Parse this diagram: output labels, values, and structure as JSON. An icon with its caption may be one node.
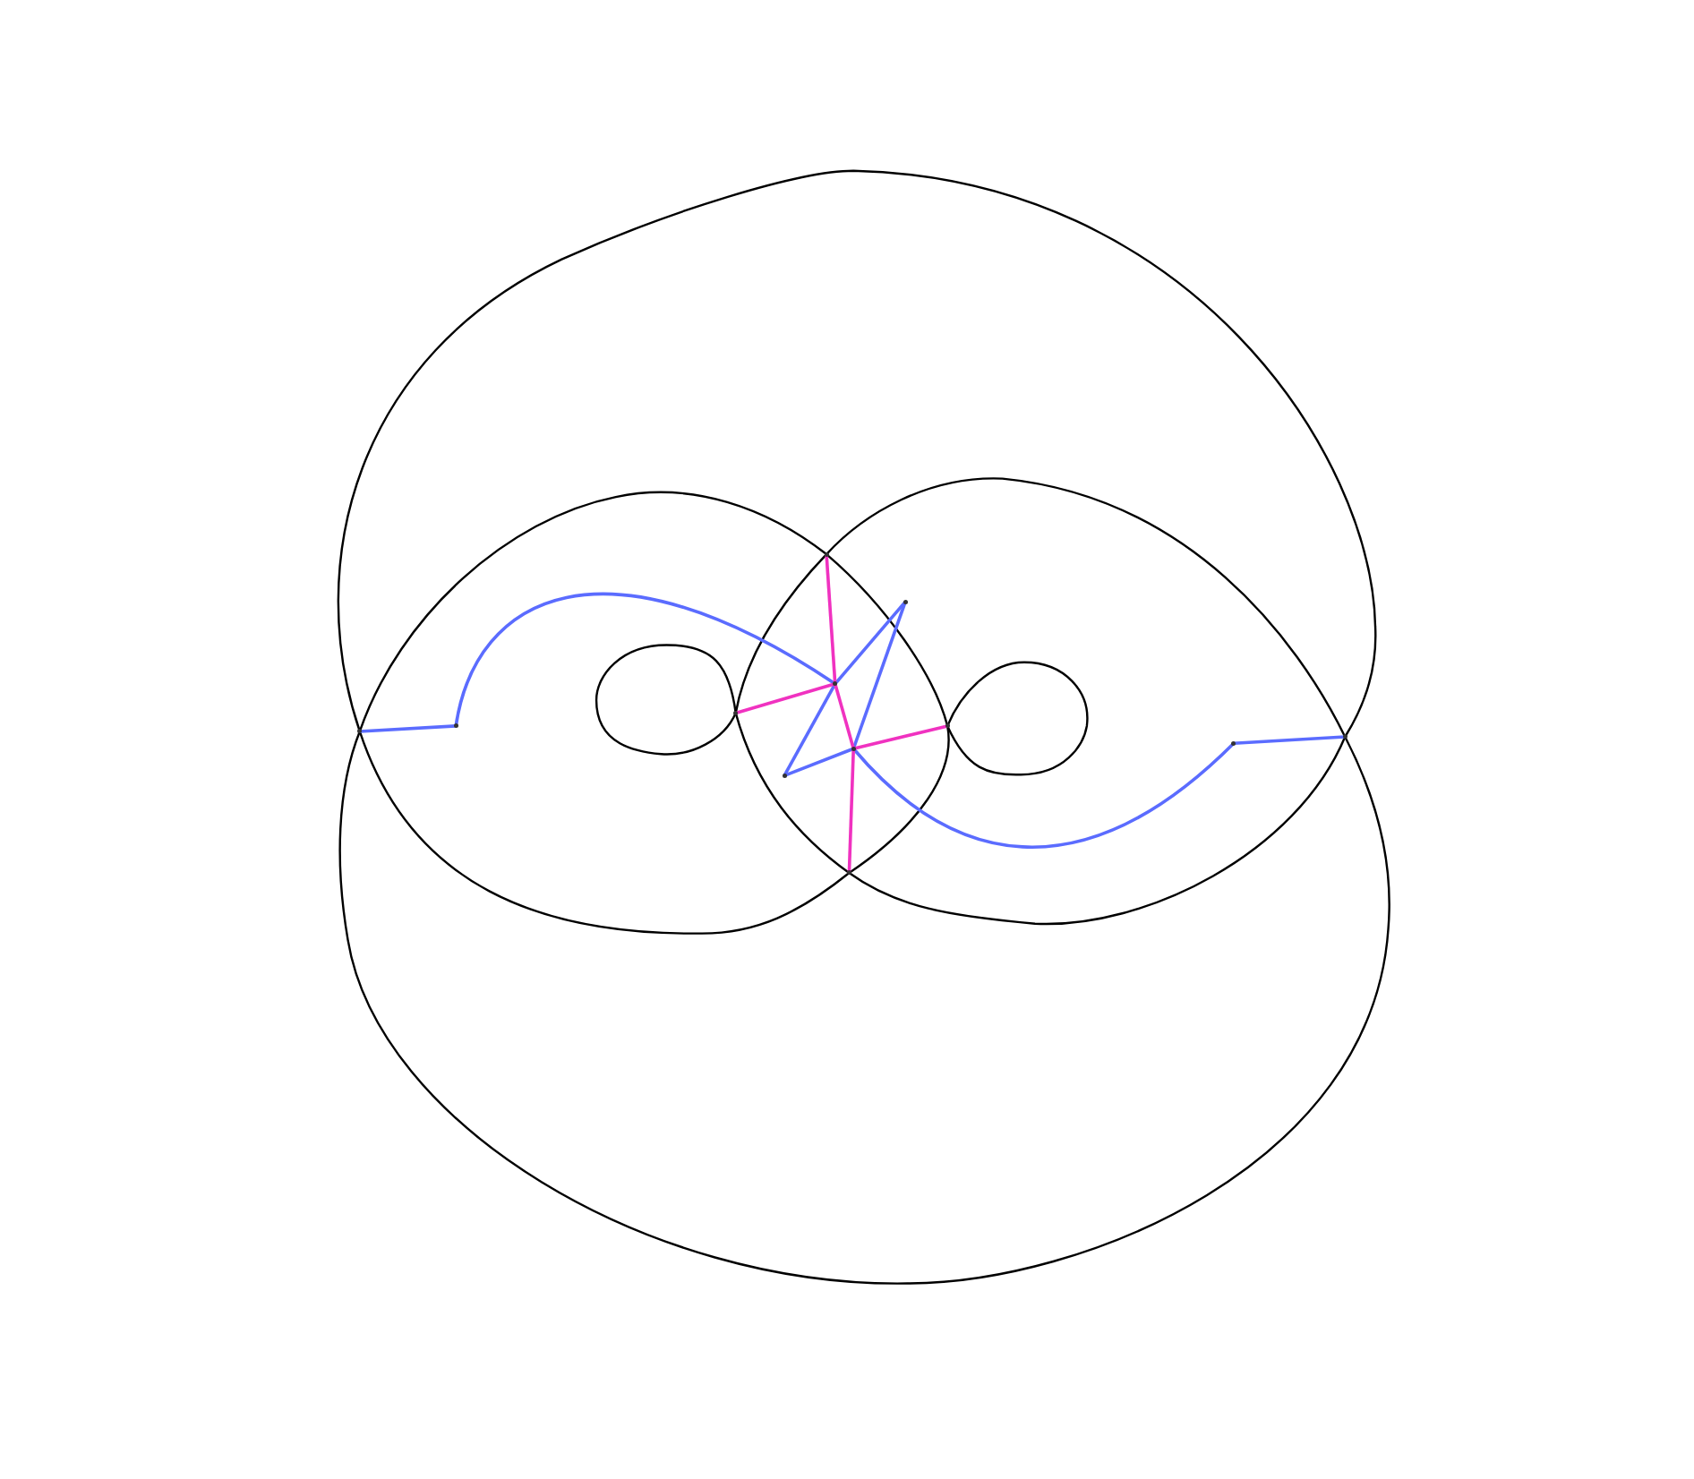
{
  "diagram": {
    "nodes": [
      {
        "text": [],
        "shape": "point"
      },
      {
        "text": [],
        "shape": "point"
      },
      {
        "text": [],
        "shape": "point"
      },
      {
        "text": [],
        "shape": "point"
      },
      {
        "text": [],
        "shape": "point"
      },
      {
        "text": [],
        "shape": "point"
      },
      {
        "text": [],
        "shape": "point"
      },
      {
        "text": [],
        "shape": "point"
      },
      {
        "text": [],
        "shape": "point"
      },
      {
        "text": [],
        "shape": "point"
      },
      {
        "text": [],
        "shape": "point"
      },
      {
        "text": [],
        "shape": "point"
      }
    ],
    "edges": [
      {
        "from": 0,
        "to": 1,
        "arrow": "none",
        "color": "#5b6cff"
      },
      {
        "from": 1,
        "to": 2,
        "arrow": "none",
        "color": "#5b6cff"
      },
      {
        "from": 2,
        "to": 3,
        "arrow": "none",
        "color": "#5b6cff"
      },
      {
        "from": 3,
        "to": 4,
        "arrow": "none",
        "color": "#5b6cff"
      },
      {
        "from": 2,
        "to": 5,
        "arrow": "none",
        "color": "#5b6cff"
      },
      {
        "from": 5,
        "to": 4,
        "arrow": "none",
        "color": "#5b6cff"
      },
      {
        "from": 4,
        "to": 6,
        "arrow": "none",
        "color": "#5b6cff"
      },
      {
        "from": 6,
        "to": 7,
        "arrow": "none",
        "color": "#5b6cff"
      },
      {
        "from": 8,
        "to": 2,
        "arrow": "none",
        "color": "#f032c0"
      },
      {
        "from": 9,
        "to": 2,
        "arrow": "none",
        "color": "#f032c0"
      },
      {
        "from": 2,
        "to": 4,
        "arrow": "none",
        "color": "#f032c0"
      },
      {
        "from": 4,
        "to": 10,
        "arrow": "none",
        "color": "#f032c0"
      },
      {
        "from": 4,
        "to": 11,
        "arrow": "none",
        "color": "#f032c0"
      }
    ]
  }
}
